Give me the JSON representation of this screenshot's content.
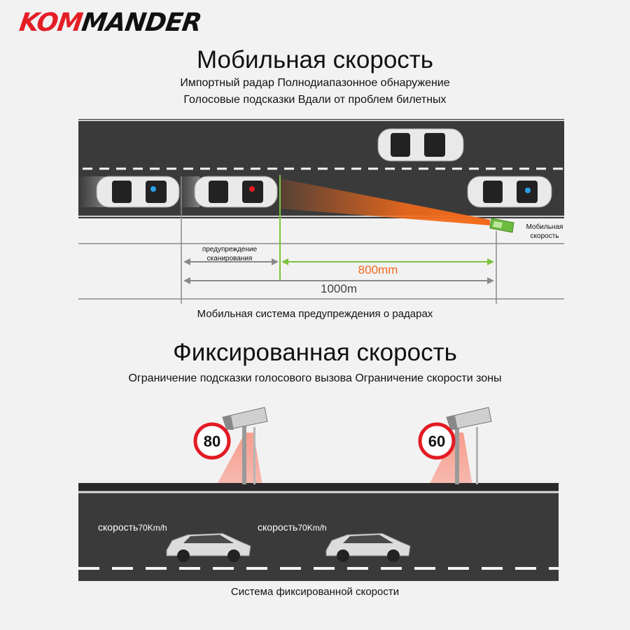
{
  "brand": {
    "part1": "KOM",
    "part2": "MANDER"
  },
  "mobile": {
    "title": "Мобильная скорость",
    "line1": "Импортный радар Полнодиапазонное обнаружение",
    "line2": "Голосовые подсказки Вдали от проблем билетных",
    "radar_label": "Мобильная скорость",
    "warn_label": "предупреждение сканирования",
    "dist_green": "800mm",
    "dist_total": "1000m",
    "caption": "Мобильная система предупреждения о радарах"
  },
  "fixed": {
    "title": "Фиксированная скорость",
    "line1": "Ограничение подсказки голосового вызова Ограничение скорости зоны",
    "sign1": "80",
    "sign2": "60",
    "speed_prefix": "скорость",
    "speed_value": "70Km/h",
    "caption": "Система фиксированной скорости"
  },
  "colors": {
    "brand_red": "#e41e26",
    "road": "#3a3a3a",
    "beam_orange": "#f26a1b",
    "green_line": "#7fc241",
    "sign_red": "#e31b23"
  }
}
